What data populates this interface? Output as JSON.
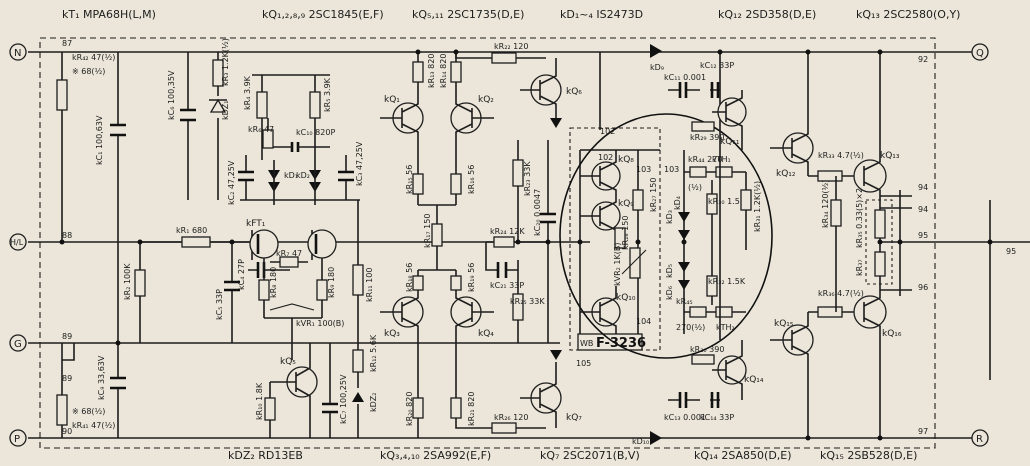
{
  "header_top": {
    "kT1": "kT₁ MPA68H(L,M)",
    "kQ1": "kQ₁,₂,₈,₉ 2SC1845(E,F)",
    "kQ5": "kQ₅,₁₁ 2SC1735(D,E)",
    "kD1": "kD₁~₄ IS2473D",
    "kQ12": "kQ₁₂ 2SD358(D,E)",
    "kQ13": "kQ₁₃ 2SC2580(O,Y)"
  },
  "header_bottom": {
    "kDZ2": "kDZ₂ RD13EB",
    "kQ3": "kQ₃,₄,₁₀ 2SA992(E,F)",
    "kQ7": "kQ₇ 2SC2071(B,V)",
    "kQ14": "kQ₁₄ 2SA850(D,E)",
    "kQ15": "kQ₁₅ 2SB528(D,E)"
  },
  "terminals": {
    "N": "N",
    "HL": "H/L",
    "G": "G",
    "P": "P",
    "Q": "Q",
    "R": "R"
  },
  "nodes": {
    "n87": "87",
    "n88": "88",
    "n89": "89",
    "n90": "90",
    "n89b": "89",
    "n92": "92",
    "n94a": "94",
    "n94b": "94",
    "n95a": "95",
    "n95b": "95",
    "n96": "96",
    "n97": "97",
    "n102a": "102",
    "n102b": "102",
    "n103a": "103",
    "n103b": "103",
    "n104": "104",
    "n105": "105"
  },
  "components": {
    "kR42": "kR₄₂ 47(½)",
    "kR42b": "※ 68(½)",
    "kR41": "kR₄₁ 47(½)",
    "kR41b": "※ 68(½)",
    "kC1": "kC₁ 100,63V",
    "kC9": "kC₉ 33,63V",
    "kC6": "kC₆ 100,35V",
    "kR3": "kR₃ 1.2K(½)",
    "kDZ1": "kDZ₁",
    "kR4": "kR₄ 3.9K",
    "kR5": "kR₅ 3.9K",
    "kR6": "kR₆ 47",
    "kC10": "kC₁₀ 820P",
    "kC2": "kC₂ 47,25V",
    "kC3": "kC₃ 47,25V",
    "kD1s": "kD₁",
    "kD2": "kD₂",
    "kR13": "kR₁₃ 820",
    "kR14": "kR₁₄ 820",
    "kR22": "kR₂₂ 120",
    "kR15": "kR₁₅ 56",
    "kR16": "kR₁₆ 56",
    "kR17": "kR₁₇ 150",
    "kR18": "kR₁₈ 56",
    "kR19": "kR₁₉ 56",
    "kR11": "kR₁₁ 100",
    "kR1": "kR₁ 680",
    "kR7": "kR₇ 47",
    "kR8": "kR₈ 180",
    "kR9": "kR₉ 180",
    "kC4": "kC₄ 27P",
    "kC5": "kC₅ 33P",
    "kR2": "kR₂ 100K",
    "kVR1": "kVR₁ 100(B)",
    "kQ5s": "kQ₅",
    "kR10": "kR₁₀ 1.8K",
    "kC7": "kC₇ 100,25V",
    "kR12": "kR₁₂ 5.6K",
    "kDZ2s": "kDZ₂",
    "kR20": "kR₂₀ 820",
    "kR21": "kR₂₁ 820",
    "kR26": "kR₂₆ 120",
    "kR23": "kR₂₃ 33K",
    "kC20": "kC₂₀ 0.0047",
    "kR24": "kR₂₄ 12K",
    "kC21": "kC₂₁ 33P",
    "kR25": "kR₂₅ 33K",
    "kD9": "kD₉",
    "kD10": "kD₁₀",
    "kC11": "kC₁₁ 0.001",
    "kC12": "kC₁₂ 33P",
    "kC13": "kC₁₃ 0.001",
    "kC14": "kC₁₄ 33P",
    "kR29": "kR₂₉ 390",
    "kR30": "kR₃₀ 390",
    "kR44": "kR₄₄ 270",
    "kR44b": "(½)",
    "kTH1": "kTH₁",
    "kR45": "kR₄₅",
    "kR45b": "270(½)",
    "kTH2": "kTH₂",
    "kR27": "kR₂₇ 150",
    "kR28": "kR₂₈ 150",
    "kVR2": "kVR₂ 1K(B)",
    "kR30b": "kR₃₀ 1.5K",
    "kR31": "kR₃₁ 1.2K(½)",
    "kR32": "kR₃₂ 1.5K",
    "kD3": "kD₃",
    "kD4": "kD₄",
    "kD5": "kD₅",
    "kD6": "kD₆",
    "kR33": "kR₃₃ 4.7(½)",
    "kR34": "kR₃₄ 120(½)",
    "kR36": "kR₃₆ 4.7(½)",
    "kR35": "kR₃₅ 0.33(5)×2",
    "kR37": "kR₃₇"
  },
  "transistors": {
    "kQ1": "kQ₁",
    "kQ2": "kQ₂",
    "kQ3": "kQ₃",
    "kQ4": "kQ₄",
    "kQ6": "kQ₆",
    "kQ7": "kQ₇",
    "kQ8": "kQ₈",
    "kQ9": "kQ₉",
    "kQ10": "kQ₁₀",
    "kQ11": "kQ₁₁",
    "kQ12": "kQ₁₂",
    "kQ13": "kQ₁₃",
    "kQ14": "kQ₁₄",
    "kQ15": "kQ₁₅",
    "kQ16": "kQ₁₆",
    "kFT1": "kFT₁"
  },
  "module_label": "F-3236",
  "module_prefix": "WB"
}
